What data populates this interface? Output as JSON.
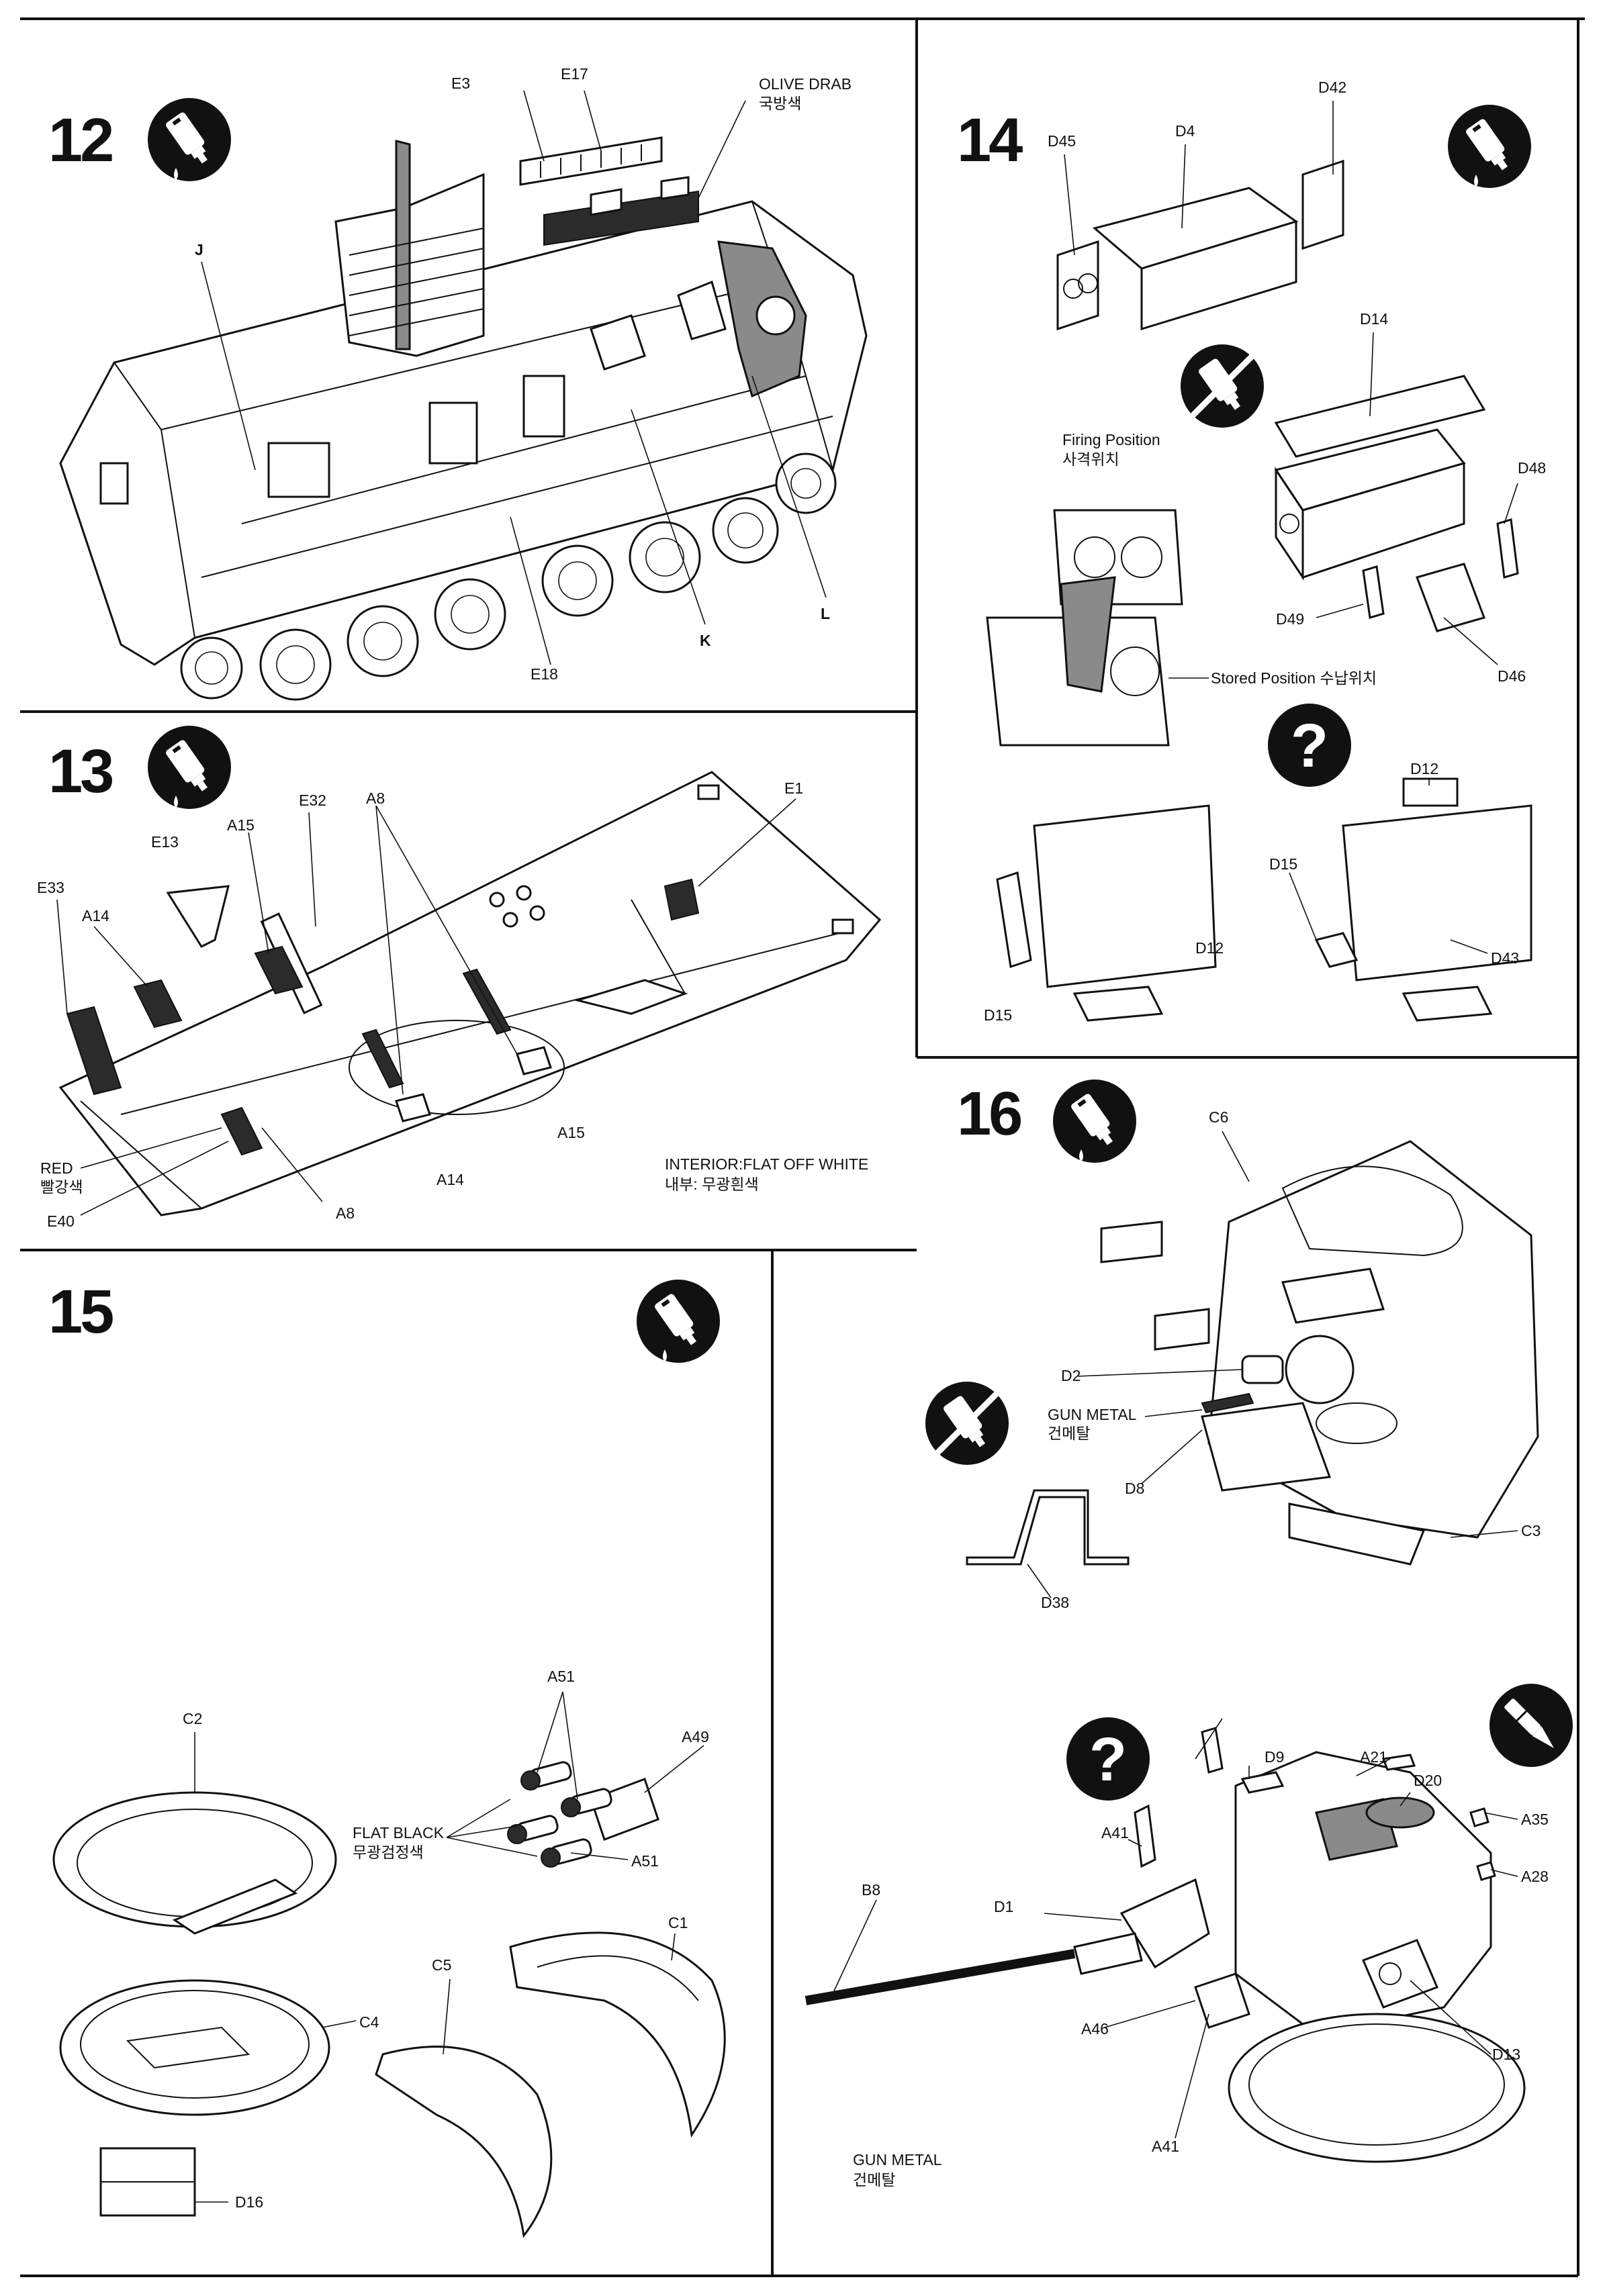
{
  "steps": [
    {
      "number": "12",
      "labels": {
        "e3": "E3",
        "e17": "E17",
        "paint_en": "OLIVE DRAB",
        "paint_ko": "국방색",
        "j": "J",
        "k": "K",
        "l": "L",
        "e18": "E18"
      }
    },
    {
      "number": "13",
      "labels": {
        "e32": "E32",
        "a8_top": "A8",
        "e1": "E1",
        "e13": "E13",
        "a15_top": "A15",
        "e33": "E33",
        "a14_top": "A14",
        "a15_bottom": "A15",
        "a14_bottom": "A14",
        "a8_bottom": "A8",
        "red_en": "RED",
        "red_ko": "빨강색",
        "e40": "E40",
        "interior_en": "INTERIOR:FLAT OFF WHITE",
        "interior_ko": "내부: 무광흰색"
      }
    },
    {
      "number": "14",
      "labels": {
        "d45": "D45",
        "d4": "D4",
        "d42": "D42",
        "d14": "D14",
        "firing_en": "Firing Position",
        "firing_ko": "사격위치",
        "d48": "D48",
        "d49": "D49",
        "stored": "Stored Position 수납위치",
        "d46": "D46",
        "d12_top": "D12",
        "d15_right": "D15",
        "d12_left": "D12",
        "d43": "D43",
        "d15_left": "D15"
      }
    },
    {
      "number": "15",
      "labels": {
        "a51_top": "A51",
        "a49": "A49",
        "c2": "C2",
        "flat_black_en": "FLAT BLACK",
        "flat_black_ko": "무광검정색",
        "a51_bottom": "A51",
        "c1": "C1",
        "c5": "C5",
        "c4": "C4",
        "d16": "D16"
      }
    },
    {
      "number": "16",
      "labels": {
        "c6": "C6",
        "d2": "D2",
        "gun_metal_en": "GUN METAL",
        "gun_metal_ko": "건메탈",
        "d8": "D8",
        "c3": "C3",
        "d38": "D38",
        "d9": "D9",
        "a21": "A21",
        "d20": "D20",
        "a35": "A35",
        "a41_top": "A41",
        "a28": "A28",
        "d1": "D1",
        "b8": "B8",
        "a46": "A46",
        "d13": "D13",
        "a41_bottom": "A41",
        "gun_metal2_en": "GUN METAL",
        "gun_metal2_ko": "건메탈"
      }
    }
  ],
  "icons": {
    "glue": "glue-tube-icon",
    "no_glue": "no-glue-icon",
    "choice": "question-mark-icon",
    "knife": "hobby-knife-icon"
  }
}
